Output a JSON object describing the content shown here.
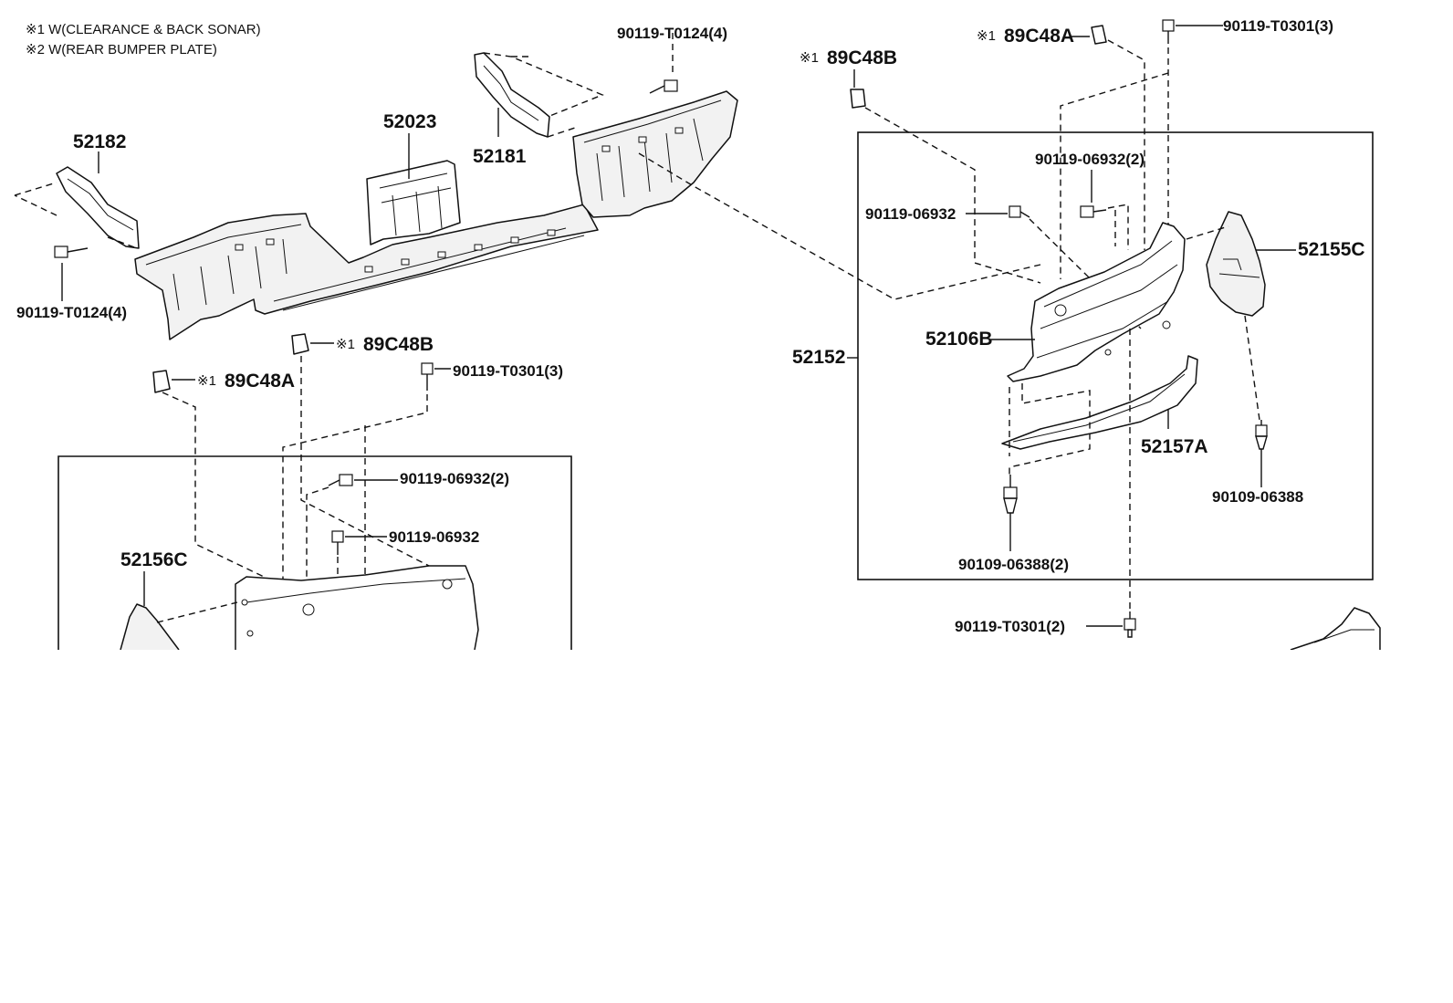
{
  "notes": [
    "※1 W(CLEARANCE & BACK SONAR)",
    "※2 W(REAR BUMPER PLATE)"
  ],
  "callouts": {
    "p52182": "52182",
    "p52023": "52023",
    "p52181": "52181",
    "p90119_T0124_top": "90119-T0124(4)",
    "p90119_T0124_left": "90119-T0124(4)",
    "p89C48B_right": "89C48B",
    "p89C48A_right": "89C48A",
    "p90119_T0301_right": "90119-T0301(3)",
    "p90119_06932_2_right": "90119-06932(2)",
    "p90119_06932_right": "90119-06932",
    "p52155C": "52155C",
    "p52152": "52152",
    "p52106B": "52106B",
    "p52157A": "52157A",
    "p90109_06388_right": "90109-06388",
    "p90109_06388_2": "90109-06388(2)",
    "p90119_T0301_2": "90119-T0301(2)",
    "p89C48B_left": "89C48B",
    "p89C48A_left": "89C48A",
    "p90119_T0301_left": "90119-T0301(3)",
    "p90119_06932_2_left": "90119-06932(2)",
    "p90119_06932_left": "90119-06932",
    "p52156C": "52156C"
  },
  "markers": {
    "note1": "※1"
  }
}
